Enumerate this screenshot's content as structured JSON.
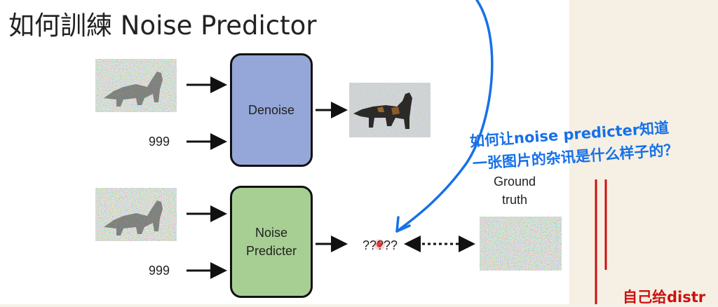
{
  "title": "如何訓練 Noise Predictor",
  "top_row": {
    "step_label": "999",
    "module_label": "Denoise"
  },
  "bottom_row": {
    "step_label": "999",
    "module_label": "Noise\nPredicter",
    "target_label": "?????",
    "ground_truth_label": "Ground\ntruth"
  },
  "annotations": {
    "blue_line1": "如何让noise predicter知道",
    "blue_line2": "一张图片的杂讯是什么样子的？",
    "red_partial": "自己给distr"
  },
  "colors": {
    "denoise_fill": "#95a7d9",
    "noise_predicter_fill": "#a7cf93",
    "annotation_blue": "#1670e8",
    "annotation_red": "#cc1111",
    "cursor_dot": "#e02020"
  }
}
